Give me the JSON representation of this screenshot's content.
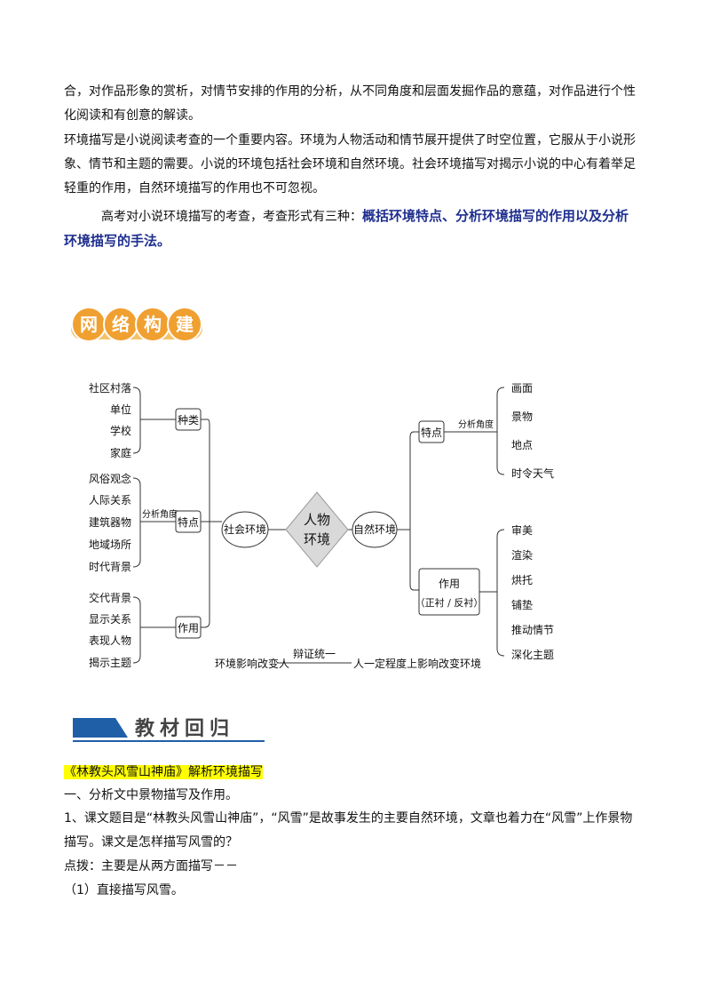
{
  "intro": {
    "para1": "合，对作品形象的赏析，对情节安排的作用的分析，从不同角度和层面发掘作品的意蕴，对作品进行个性化阅读和有创意的解读。",
    "para2": "环境描写是小说阅读考查的一个重要内容。环境为人物活动和情节展开提供了时空位置，它服从于小说形象、情节和主题的需要。小说的环境包括社会环境和自然环境。社会环境描写对揭示小说的中心有着举足轻重的作用，自然环境描写的作用也不可忽视。",
    "para3_plain": "高考对小说环境描写的考查，考查形式有三种：",
    "para3_bold": "概括环境特点、分析环境描写的作用以及分析环境描写的手法。"
  },
  "banner1": {
    "chars": [
      "网",
      "络",
      "构",
      "建"
    ]
  },
  "mindmap": {
    "center": [
      "人物",
      "环境"
    ],
    "social": "社会环境",
    "natural": "自然环境",
    "zhonglei": "种类",
    "zhonglei_items": [
      "社区村落",
      "单位",
      "学校",
      "家庭"
    ],
    "tedian_left": "特点",
    "fenxi_jiaodu_left": "分析角度",
    "tedian_left_items": [
      "风俗观念",
      "人际关系",
      "建筑器物",
      "地域场所",
      "时代背景"
    ],
    "zuoyong_left": "作用",
    "zuoyong_left_items": [
      "交代背景",
      "显示关系",
      "表现人物",
      "揭示主题"
    ],
    "tedian_right": "特点",
    "fenxi_jiaodu_right": "分析角度",
    "tedian_right_items": [
      "画面",
      "景物",
      "地点",
      "时令天气"
    ],
    "zuoyong_right": [
      "作用",
      "（正衬 / 反衬）"
    ],
    "zuoyong_right_items": [
      "审美",
      "渲染",
      "烘托",
      "铺垫",
      "推动情节",
      "深化主题"
    ],
    "bottom_left": "环境影响改变人",
    "bottom_mid": "辩证统一",
    "bottom_right": "人一定程度上影响改变环境"
  },
  "banner2": {
    "title": "教材回归"
  },
  "section": {
    "heading": "《林教头风雪山神庙》解析环境描写",
    "line1": "一、分析文中景物描写及作用。",
    "line2": "1、课文题目是“林教头风雪山神庙”，“风雪”是故事发生的主要自然环境，文章也着力在“风雪”上作景物描写。课文是怎样描写风雪的？",
    "line3": "点拨：主要是从两方面描写－－",
    "line4": "（1）直接描写风雪。"
  },
  "colors": {
    "banner_orange": "#f0a030",
    "banner_circle": "#f7b347",
    "banner2_blue": "#1f5fa8",
    "emph_blue": "#1f2f8f",
    "highlight": "#ffff00"
  }
}
